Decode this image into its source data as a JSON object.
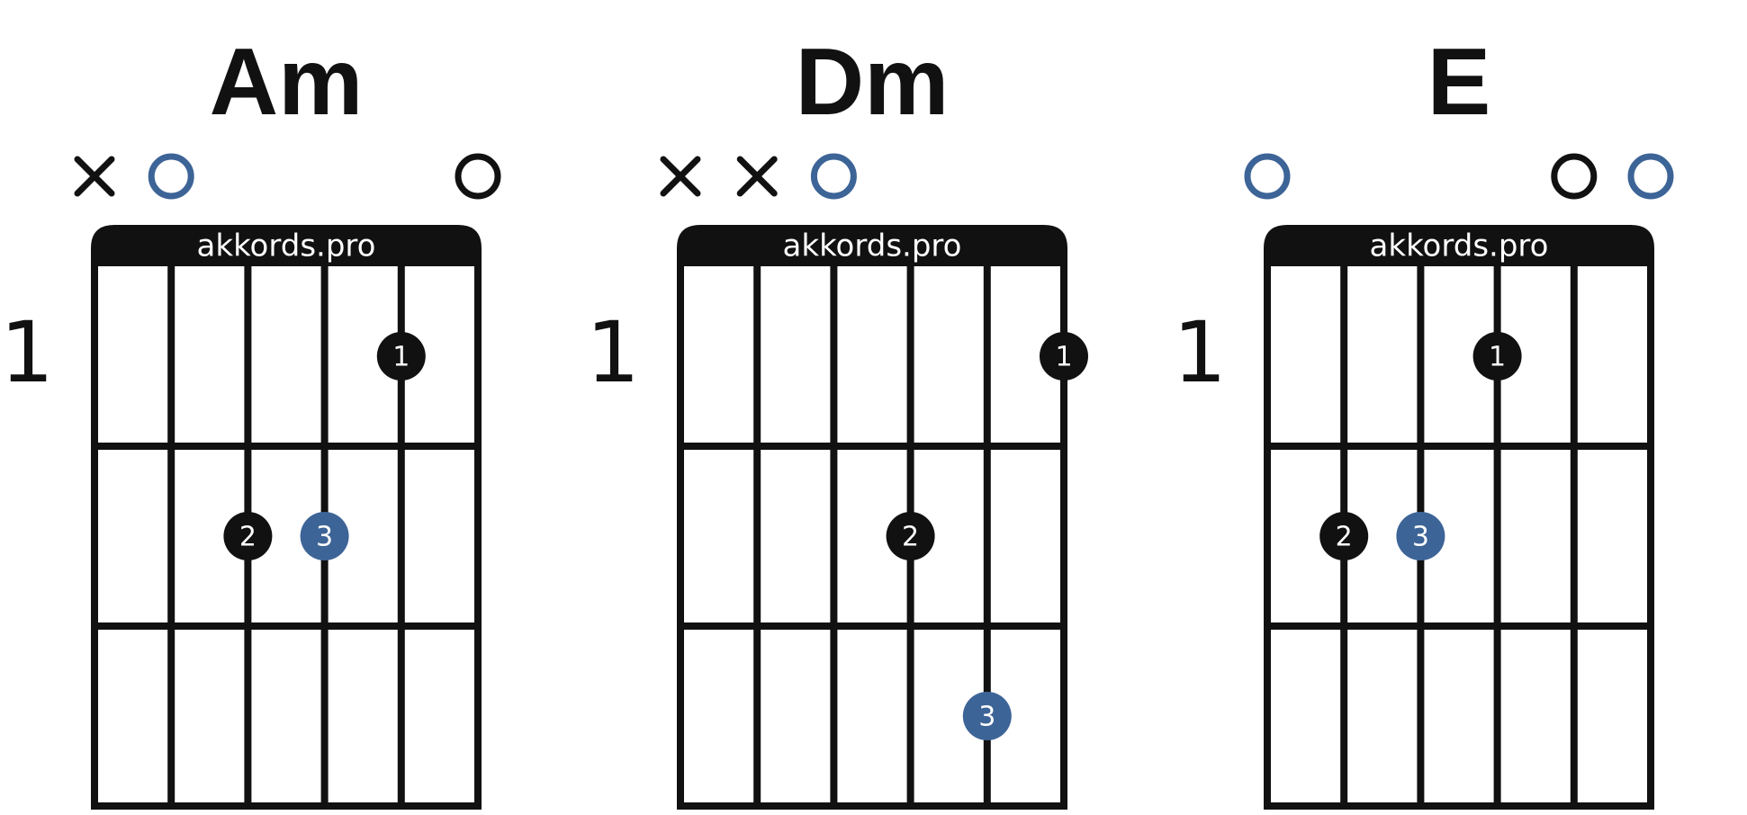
{
  "chart_data": {
    "type": "chord-diagram",
    "watermark": "akkords.pro",
    "colors": {
      "ink": "#111111",
      "root": "#3d6497",
      "background": "#ffffff"
    },
    "strings": 6,
    "frets_shown": 3,
    "chords": [
      {
        "name": "Am",
        "start_fret": "1",
        "string_markers": [
          "x",
          "open-root",
          "",
          "",
          "",
          "open"
        ],
        "fingers": [
          {
            "string": 5,
            "fret": 1,
            "label": "1",
            "root": false
          },
          {
            "string": 3,
            "fret": 2,
            "label": "2",
            "root": false
          },
          {
            "string": 4,
            "fret": 2,
            "label": "3",
            "root": true
          }
        ]
      },
      {
        "name": "Dm",
        "start_fret": "1",
        "string_markers": [
          "x",
          "x",
          "open-root",
          "",
          "",
          ""
        ],
        "fingers": [
          {
            "string": 6,
            "fret": 1,
            "label": "1",
            "root": false
          },
          {
            "string": 4,
            "fret": 2,
            "label": "2",
            "root": false
          },
          {
            "string": 5,
            "fret": 3,
            "label": "3",
            "root": true
          }
        ]
      },
      {
        "name": "E",
        "start_fret": "1",
        "string_markers": [
          "open-root",
          "",
          "",
          "",
          "open",
          "open-root"
        ],
        "fingers": [
          {
            "string": 4,
            "fret": 1,
            "label": "1",
            "root": false
          },
          {
            "string": 2,
            "fret": 2,
            "label": "2",
            "root": false
          },
          {
            "string": 3,
            "fret": 2,
            "label": "3",
            "root": true
          }
        ]
      }
    ]
  }
}
